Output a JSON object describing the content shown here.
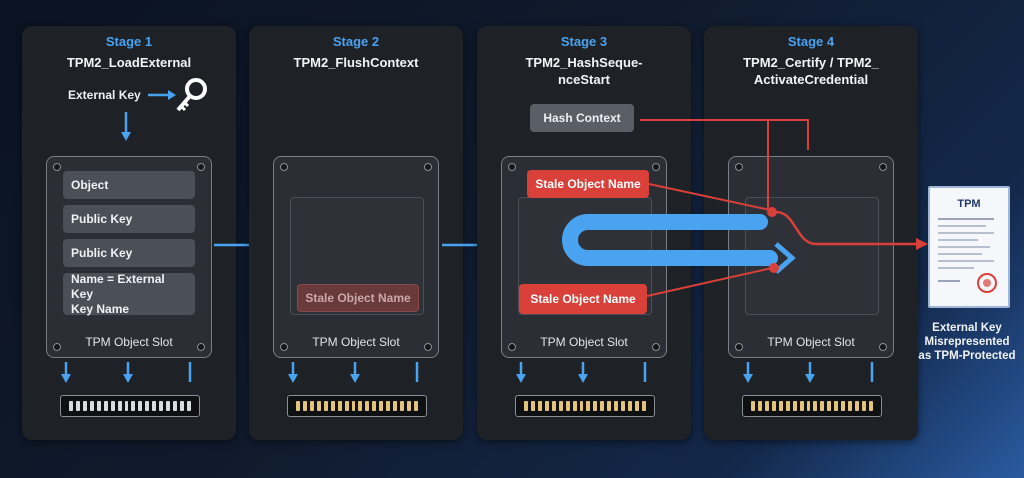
{
  "stages": [
    {
      "label": "Stage 1",
      "title": "TPM2_LoadExternal",
      "slot_caption": "TPM Object Slot"
    },
    {
      "label": "Stage 2",
      "title": "TPM2_FlushContext",
      "slot_caption": "TPM Object Slot"
    },
    {
      "label": "Stage 3",
      "title_line1": "TPM2_HashSeque-",
      "title_line2": "nceStart",
      "slot_caption": "TPM Object Slot"
    },
    {
      "label": "Stage 4",
      "title_line1": "TPM2_Certify / TPM2_",
      "title_line2": "ActivateCredential",
      "slot_caption": "TPM Object Slot"
    }
  ],
  "stage1": {
    "external_key": "External Key",
    "fields": [
      "Object",
      "Public Key",
      "Public Key"
    ],
    "name_line1": "Name = External Key",
    "name_line2": "Key Name"
  },
  "stage2": {
    "stale_name": "Stale Object Name"
  },
  "stage3": {
    "hash_context": "Hash Context",
    "stale_name_top": "Stale Object Name",
    "stale_name_bottom": "Stale Object Name"
  },
  "certificate": {
    "title": "TPM"
  },
  "result": {
    "line1": "External Key",
    "line2": "Misrepresented",
    "line3": "as TPM-Protected"
  },
  "colors": {
    "accent_blue": "#4aa3f0",
    "alert_red": "#d9403a",
    "panel": "#1e2126"
  }
}
